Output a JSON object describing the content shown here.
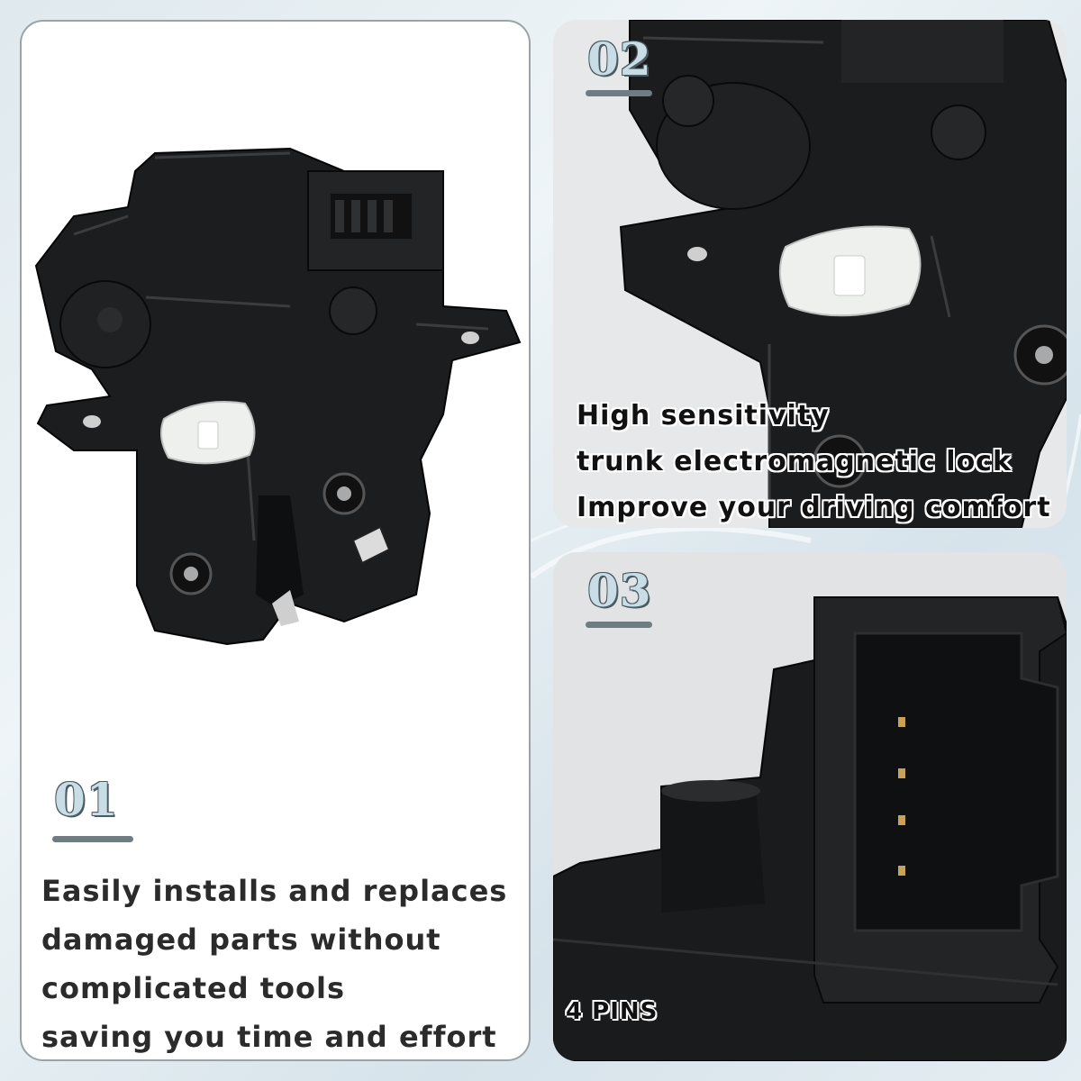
{
  "panel1": {
    "number": "01",
    "lines": [
      "Easily installs and replaces",
      "damaged parts without",
      "complicated tools",
      "saving you time and effort"
    ]
  },
  "panel2": {
    "number": "02",
    "lines": [
      "High sensitivity",
      "trunk electromagnetic lock",
      "Improve your driving comfort"
    ]
  },
  "panel3": {
    "number": "03",
    "label": "4 PINS"
  },
  "colors": {
    "number_fill": "#c9dde6",
    "number_outline": "#4c5a62",
    "underline": "#707c82",
    "part_black": "#1a1b1c",
    "lens_white": "#eef0ee"
  },
  "icons": [
    "trunk-lock-actuator-image",
    "lock-closeup-image",
    "connector-closeup-image"
  ]
}
